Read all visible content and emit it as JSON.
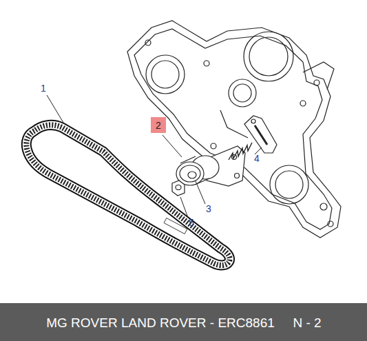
{
  "diagram": {
    "labels": [
      "1",
      "2",
      "3",
      "4",
      "5",
      "MG ROVER LAND ROVER - ERC8861",
      "N - 2"
    ]
  }
}
